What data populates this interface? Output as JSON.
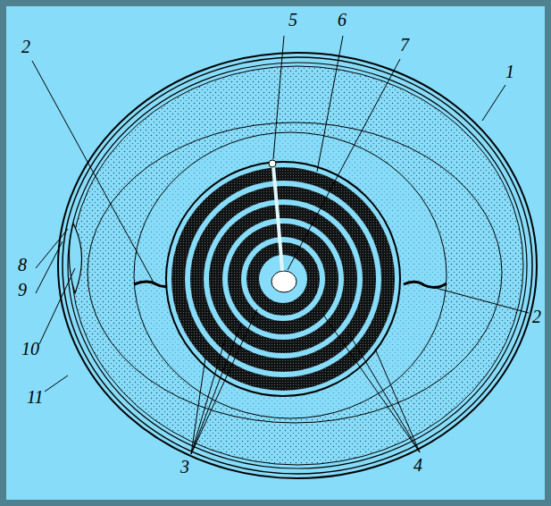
{
  "diagram": {
    "labels": [
      "2",
      "5",
      "6",
      "7",
      "1",
      "8",
      "9",
      "10",
      "2",
      "11",
      "3",
      "4"
    ]
  }
}
